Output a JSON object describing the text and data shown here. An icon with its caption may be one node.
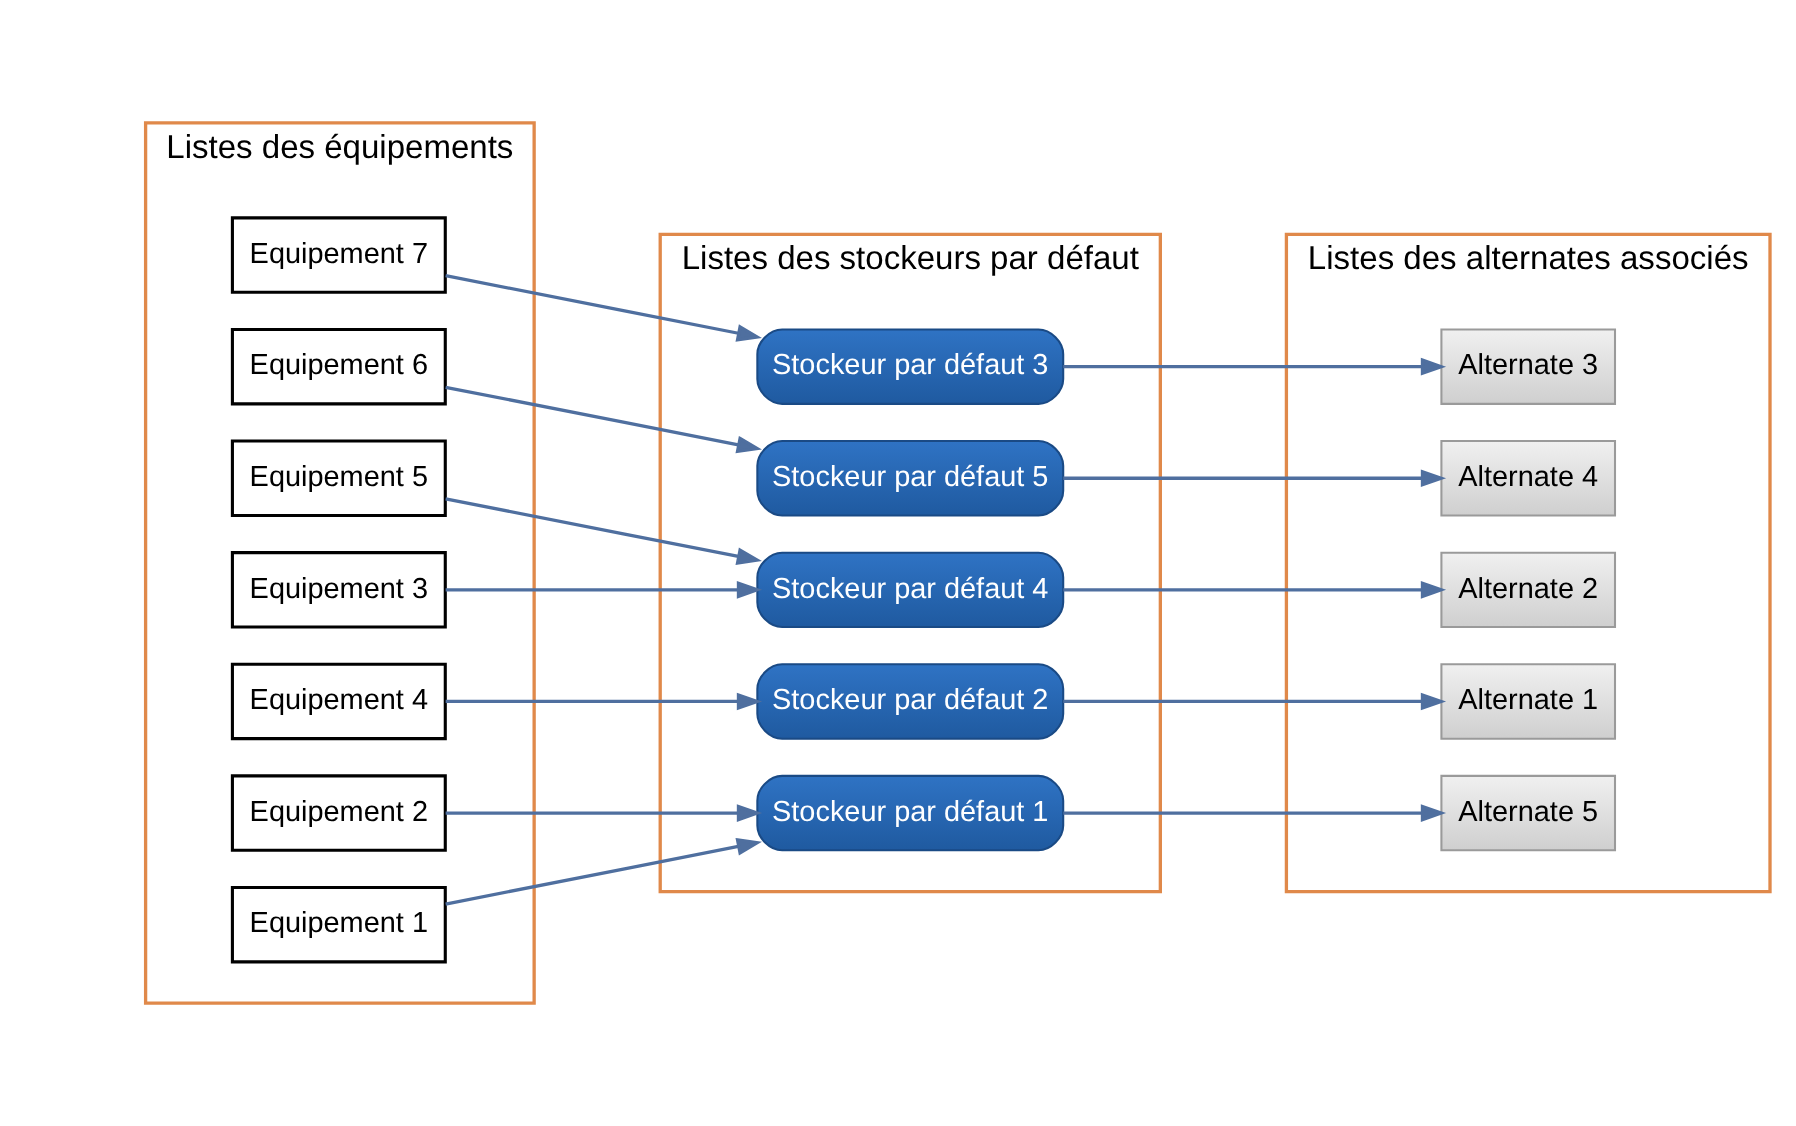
{
  "diagram": {
    "nodes": [
      {
        "text": [
          "Listes des équipements"
        ]
      },
      {
        "text": [
          "Equipement 1"
        ],
        "in": 0
      },
      {
        "text": [
          "Equipement 2"
        ],
        "in": 0
      },
      {
        "text": [
          "Equipement 3"
        ],
        "in": 0
      },
      {
        "text": [
          "Equipement 4"
        ],
        "in": 0
      },
      {
        "text": [
          "Equipement 5"
        ],
        "in": 0
      },
      {
        "text": [
          "Equipement 6"
        ],
        "in": 0
      },
      {
        "text": [
          "Equipement 7"
        ],
        "in": 0
      },
      {
        "text": [
          "Listes des stockeurs par défaut"
        ]
      },
      {
        "text": [
          "Stockeur par défaut 1"
        ],
        "in": 8
      },
      {
        "text": [
          "Stockeur par défaut 2"
        ],
        "in": 8
      },
      {
        "text": [
          "Stockeur par défaut 3"
        ],
        "in": 8
      },
      {
        "text": [
          "Stockeur par défaut 4"
        ],
        "in": 8
      },
      {
        "text": [
          "Stockeur par défaut 5"
        ],
        "in": 8
      },
      {
        "text": [
          "Listes des alternates associés"
        ]
      },
      {
        "text": [
          "Alternate 1"
        ],
        "in": 14
      },
      {
        "text": [
          "Alternate 2"
        ],
        "in": 14
      },
      {
        "text": [
          "Alternate 3"
        ],
        "in": 14
      },
      {
        "text": [
          "Alternate 4"
        ],
        "in": 14
      },
      {
        "text": [
          "Alternate 5"
        ],
        "in": 14
      }
    ],
    "edges": [
      {
        "from": 1,
        "to": 9,
        "arrow": "to"
      },
      {
        "from": 2,
        "to": 9,
        "arrow": "to"
      },
      {
        "from": 3,
        "to": 12,
        "arrow": "to"
      },
      {
        "from": 4,
        "to": 10,
        "arrow": "to"
      },
      {
        "from": 5,
        "to": 12,
        "arrow": "to"
      },
      {
        "from": 6,
        "to": 13,
        "arrow": "to"
      },
      {
        "from": 7,
        "to": 11,
        "arrow": "to"
      },
      {
        "from": 9,
        "to": 19,
        "arrow": "to"
      },
      {
        "from": 10,
        "to": 15,
        "arrow": "to"
      },
      {
        "from": 11,
        "to": 17,
        "arrow": "to"
      },
      {
        "from": 12,
        "to": 16,
        "arrow": "to"
      },
      {
        "from": 13,
        "to": 18,
        "arrow": "to"
      }
    ]
  }
}
